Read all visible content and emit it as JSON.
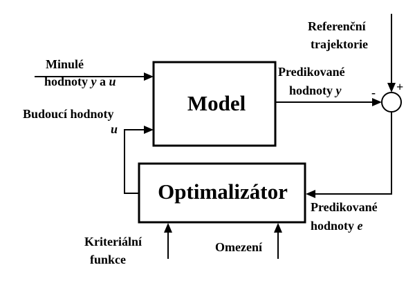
{
  "blocks": {
    "model": "Model",
    "optimizer": "Optimalizátor"
  },
  "labels": {
    "reference_line1": "Referenční",
    "reference_line2": "trajektorie",
    "past_line1": "Minulé",
    "past_line2_text": "hodnoty ",
    "past_line2_var1": "y",
    "past_line2_mid": " a ",
    "past_line2_var2": "u",
    "future_line1": "Budoucí hodnoty",
    "future_var": "u",
    "pred_y_line1": "Predikované",
    "pred_y_line2_text": "hodnoty ",
    "pred_y_var": "y",
    "pred_e_line1": "Predikované",
    "pred_e_line2_text": "hodnoty ",
    "pred_e_var": "e",
    "criterion_line1": "Kriteriální",
    "criterion_line2": "funkce",
    "constraints": "Omezení"
  },
  "summing_junction": {
    "plus_sign": "+",
    "minus_sign": "-"
  }
}
